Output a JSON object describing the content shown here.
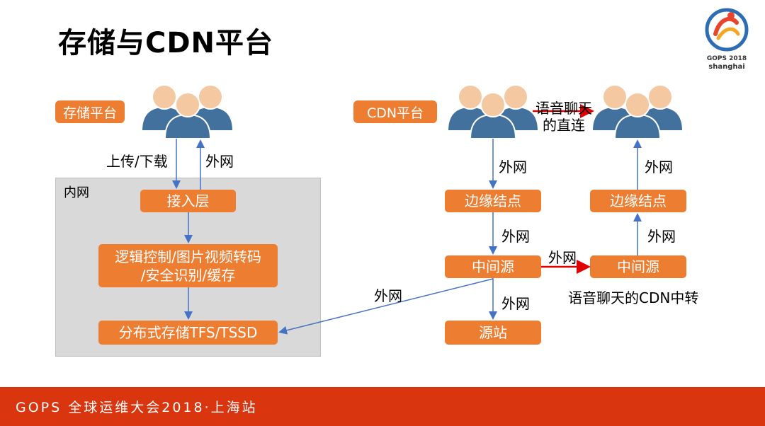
{
  "title": "存储与CDN平台",
  "logo": {
    "line1": "GOPS 2018",
    "line2": "shanghai"
  },
  "storage": {
    "tag": "存储平台",
    "upload_label": "上传/下载",
    "extnet_label": "外网",
    "intranet_label": "内网",
    "access_layer": "接入层",
    "logic_line1": "逻辑控制/图片视频转码",
    "logic_line2": "/安全识别/缓存",
    "distributed": "分布式存储TFS/TSSD"
  },
  "cdn": {
    "tag": "CDN平台",
    "chat_line1": "语音聊天",
    "chat_line2": "的直连",
    "left_edge": "边缘结点",
    "right_edge": "边缘结点",
    "left_mid": "中间源",
    "right_mid": "中间源",
    "origin": "源站",
    "relay_label": "语音聊天的CDN中转",
    "ext1": "外网",
    "ext2": "外网",
    "ext3": "外网",
    "ext_mid": "外网",
    "ext_right1": "外网",
    "ext_right2": "外网",
    "ext_cross": "外网"
  },
  "footer": "GOPS 全球运维大会2018·上海站",
  "colors": {
    "orange": "#ED7D31",
    "blue_arrow": "#4472C4",
    "red_arrow": "#E00000",
    "footer": "#D9360F",
    "person_body": "#41719C",
    "person_head": "#F4C8A0"
  }
}
